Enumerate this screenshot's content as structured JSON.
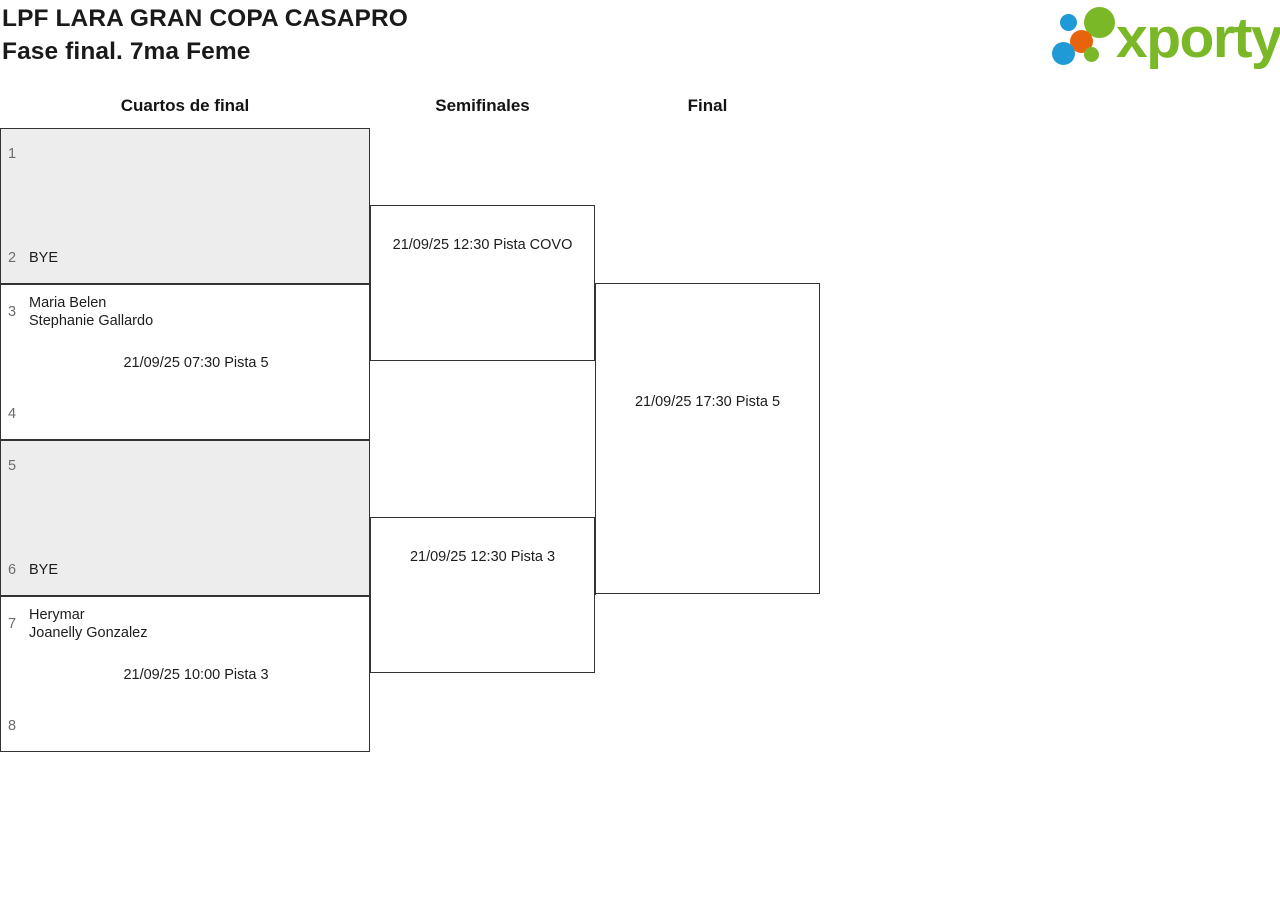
{
  "header": {
    "title_line1": "LPF LARA GRAN COPA CASAPRO",
    "title_line2": "Fase final. 7ma Feme",
    "logo_text": "xporty"
  },
  "rounds": [
    {
      "id": "quarterfinals",
      "label": "Cuartos de final"
    },
    {
      "id": "semifinals",
      "label": "Semifinales"
    },
    {
      "id": "final",
      "label": "Final"
    }
  ],
  "bracket": {
    "quarterfinals": [
      {
        "id": "qf1",
        "bye": true,
        "top": {
          "seed": "1",
          "player": ""
        },
        "bottom": {
          "seed": "2",
          "player": "BYE"
        },
        "info": ""
      },
      {
        "id": "qf2",
        "bye": false,
        "top": {
          "seed": "3",
          "player": "Maria Belen\nStephanie Gallardo"
        },
        "bottom": {
          "seed": "4",
          "player": ""
        },
        "info": "21/09/25 07:30 Pista 5"
      },
      {
        "id": "qf3",
        "bye": true,
        "top": {
          "seed": "5",
          "player": ""
        },
        "bottom": {
          "seed": "6",
          "player": "BYE"
        },
        "info": ""
      },
      {
        "id": "qf4",
        "bye": false,
        "top": {
          "seed": "7",
          "player": "Herymar\nJoanelly Gonzalez"
        },
        "bottom": {
          "seed": "8",
          "player": ""
        },
        "info": "21/09/25 10:00 Pista 3"
      }
    ],
    "semifinals": [
      {
        "id": "sf1",
        "info": "21/09/25 12:30 Pista COVO"
      },
      {
        "id": "sf2",
        "info": "21/09/25 12:30 Pista 3"
      }
    ],
    "final": [
      {
        "id": "f1",
        "info": "21/09/25 17:30 Pista 5"
      }
    ]
  },
  "colors": {
    "bye_fill": "#ededed",
    "line": "#333333",
    "logo_green": "#7ab828",
    "logo_blue": "#1f9ad6",
    "logo_orange": "#e8640c"
  }
}
